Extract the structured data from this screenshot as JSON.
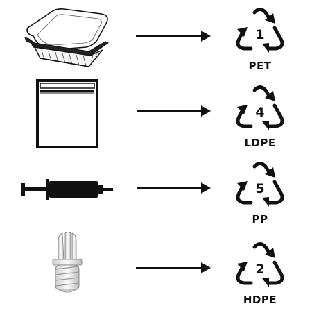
{
  "items": [
    {
      "object": "plastic-food-container",
      "code": "1",
      "label": "PET"
    },
    {
      "object": "zip-lock-bag",
      "code": "4",
      "label": "LDPE"
    },
    {
      "object": "syringe",
      "code": "5",
      "label": "PP"
    },
    {
      "object": "plastic-wall-plug",
      "code": "2",
      "label": "HDPE"
    }
  ],
  "colors": {
    "ink": "#111111",
    "background": "#ffffff"
  },
  "icons": [
    "recycle-triangle-icon",
    "arrow-right-icon"
  ]
}
